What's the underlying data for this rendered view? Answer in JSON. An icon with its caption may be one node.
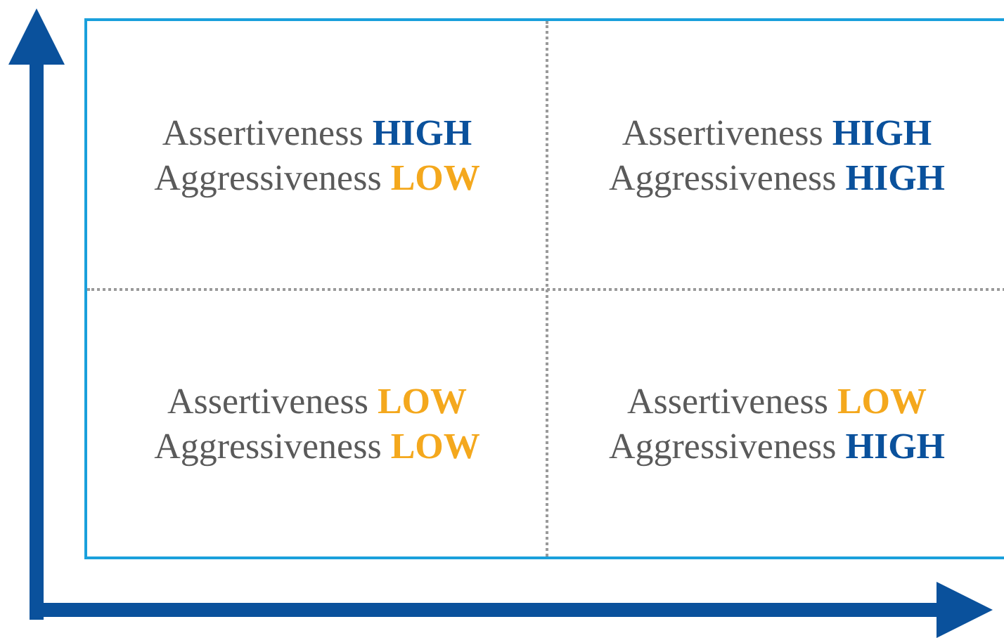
{
  "diagram": {
    "nodes": [
      {
        "text": [],
        "shape": "box"
      },
      {
        "text": [
          "Assertiveness **HIGH**",
          "Aggressiveness **LOW**"
        ],
        "in": 0
      },
      {
        "text": [
          "Assertiveness **HIGH**",
          "Aggressiveness **HIGH**"
        ],
        "in": 0
      },
      {
        "text": [
          "Assertiveness **LOW**",
          "Aggressiveness **LOW**"
        ],
        "in": 0
      },
      {
        "text": [
          "Assertiveness **LOW**",
          "Aggressiveness **HIGH**"
        ],
        "in": 0
      }
    ]
  }
}
